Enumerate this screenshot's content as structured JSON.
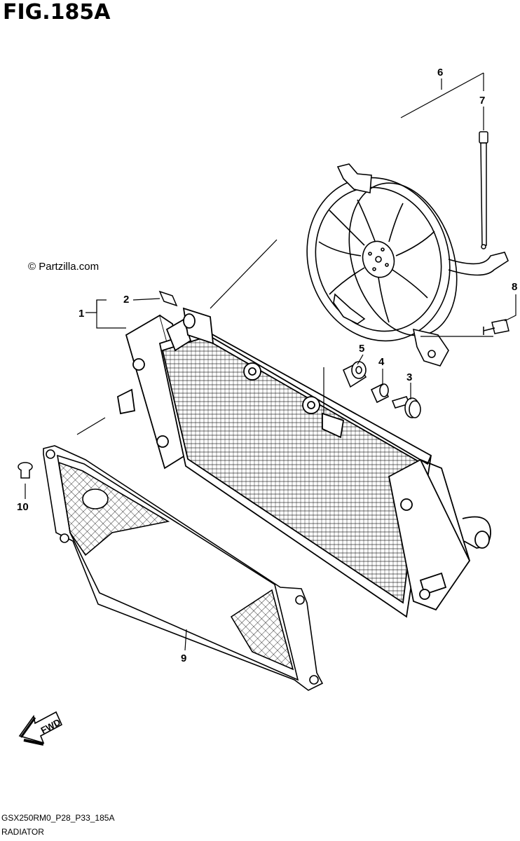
{
  "figure": {
    "title": "FIG.185A",
    "watermark": "© Partzilla.com",
    "drawing_code": "GSX250RM0_P28_P33_185A",
    "drawing_name": "RADIATOR"
  },
  "callouts": [
    {
      "id": "1",
      "label": "1"
    },
    {
      "id": "2",
      "label": "2"
    },
    {
      "id": "3",
      "label": "3"
    },
    {
      "id": "4",
      "label": "4"
    },
    {
      "id": "5",
      "label": "5"
    },
    {
      "id": "6",
      "label": "6"
    },
    {
      "id": "7",
      "label": "7"
    },
    {
      "id": "8",
      "label": "8"
    },
    {
      "id": "9",
      "label": "9"
    },
    {
      "id": "10",
      "label": "10"
    }
  ],
  "fwd_arrow": {
    "label": "FWD"
  },
  "colors": {
    "ink": "#000000",
    "background": "#ffffff"
  }
}
